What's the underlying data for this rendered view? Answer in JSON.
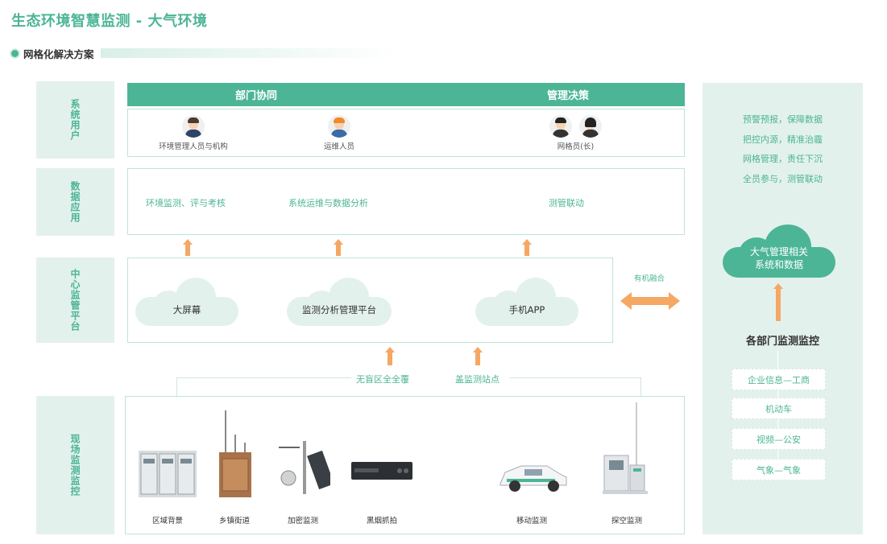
{
  "page": {
    "title": "生态环境智慧监测 - 大气环境",
    "subtitle": "网格化解决方案"
  },
  "rows": {
    "users": "系统用户",
    "data_app": "数据应用",
    "center": "中心监管平台",
    "field": "现场监测监控"
  },
  "users_panel": {
    "header_left": "部门协同",
    "header_right": "管理决策",
    "users": [
      "环境管理人员与机构",
      "运维人员",
      "网格员(长)"
    ]
  },
  "data_panel": {
    "items": [
      "环境监测、评与考核",
      "系统运维与数据分析",
      "测管联动"
    ]
  },
  "center_panel": {
    "clouds": [
      "大屏幕",
      "监测分析管理平台",
      "手机APP"
    ]
  },
  "fusion_label": "有机融合",
  "coverage": {
    "left": "无盲区全全覆",
    "right": "盖监测站点"
  },
  "field_panel": {
    "items": [
      "区域背景",
      "乡镇街道",
      "加密监测",
      "黑烟抓拍",
      "移动监测",
      "探空监测"
    ]
  },
  "right_panel": {
    "lines": [
      "预警预报，保障数据",
      "把控内源，精准治霾",
      "网格管理，责任下沉",
      "全员参与，测管联动"
    ],
    "cloud": [
      "大气管理相关",
      "系统和数据"
    ],
    "dept_title": "各部门监测监控",
    "dept_items": [
      "企业信息—工商",
      "机动车",
      "视频—公安",
      "气象—气象"
    ]
  },
  "colors": {
    "primary": "#4cb596",
    "light": "#e3f1ec",
    "arrow": "#f5a764"
  }
}
